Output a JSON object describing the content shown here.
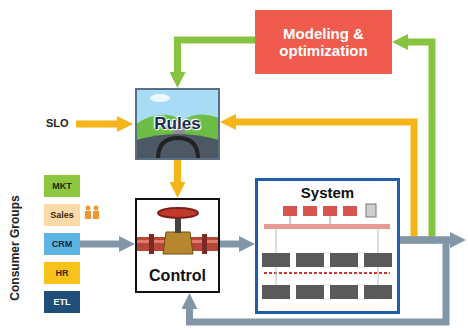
{
  "diagram": {
    "nodes": [
      {
        "text": [
          "Modeling & optimization"
        ]
      },
      {
        "text": [
          "Rules"
        ]
      },
      {
        "text": [
          "MKT"
        ]
      },
      {
        "text": [
          "Sales"
        ]
      },
      {
        "text": [
          "CRM"
        ]
      },
      {
        "text": [
          "HR"
        ]
      },
      {
        "text": [
          "ETL"
        ]
      },
      {
        "text": [
          "Control"
        ]
      },
      {
        "text": [
          "System"
        ]
      }
    ],
    "edges": [
      {
        "from": 0,
        "to": 1,
        "arrow": "to"
      },
      {
        "from": 1,
        "to": 7,
        "arrow": "to"
      },
      {
        "from": 4,
        "to": 7,
        "arrow": "to"
      },
      {
        "from": 7,
        "to": 8,
        "arrow": "to"
      },
      {
        "from": 8,
        "to": 0,
        "arrow": "to"
      },
      {
        "from": 8,
        "to": 1,
        "arrow": "to"
      },
      {
        "from": 8,
        "to": 7,
        "arrow": "to"
      }
    ],
    "labels": [
      "SLO",
      "Consumer Groups"
    ]
  }
}
